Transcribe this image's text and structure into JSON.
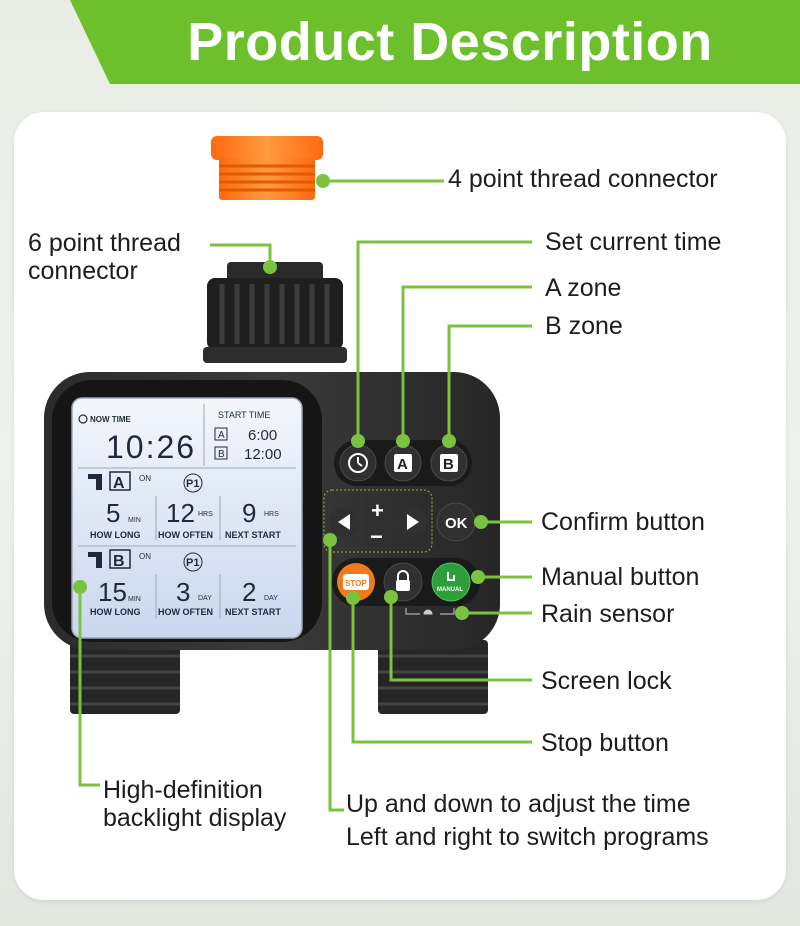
{
  "header": {
    "title": "Product Description"
  },
  "colors": {
    "accent_green": "#7cc241",
    "banner_green": "#6cc02c",
    "stop_orange": "#f07a1c",
    "manual_green": "#2e9e3a",
    "connector_orange": "#ff7a1f"
  },
  "callouts": {
    "thread4": "4 point thread connector",
    "thread6": "6 point thread connector",
    "set_time": "Set current time",
    "a_zone": "A zone",
    "b_zone": "B zone",
    "confirm": "Confirm button",
    "manual": "Manual button",
    "rain": "Rain sensor",
    "lock": "Screen lock",
    "stop": "Stop button",
    "hd_display": "High-definition backlight display",
    "adjust_line1": "Up and down to adjust the time",
    "adjust_line2": "Left and right to switch programs"
  },
  "display": {
    "now_time_label": "NOW TIME",
    "now_time": "10:26",
    "start_time_label": "START TIME",
    "start_a": "6:00",
    "start_b": "12:00",
    "zone_a": {
      "zone": "A",
      "state": "ON",
      "program": "P1",
      "how_long": "5",
      "how_long_unit": "MIN",
      "how_often": "12",
      "how_often_unit": "HRS",
      "next_start": "9",
      "next_start_unit": "HRS"
    },
    "zone_b": {
      "zone": "B",
      "state": "ON",
      "program": "P1",
      "how_long": "15",
      "how_long_unit": "MIN",
      "how_often": "3",
      "how_often_unit": "DAY",
      "next_start": "2",
      "next_start_unit": "DAY"
    },
    "col_how_long": "HOW LONG",
    "col_how_often": "HOW OFTEN",
    "col_next_start": "NEXT START"
  },
  "buttons": {
    "a": "A",
    "b": "B",
    "ok": "OK",
    "stop": "STOP",
    "manual": "MANUAL",
    "plus": "+",
    "minus": "−"
  },
  "icons": [
    "clock-icon",
    "lock-icon",
    "rain-icon",
    "left-arrow-icon",
    "right-arrow-icon",
    "faucet-icon",
    "hand-icon"
  ]
}
